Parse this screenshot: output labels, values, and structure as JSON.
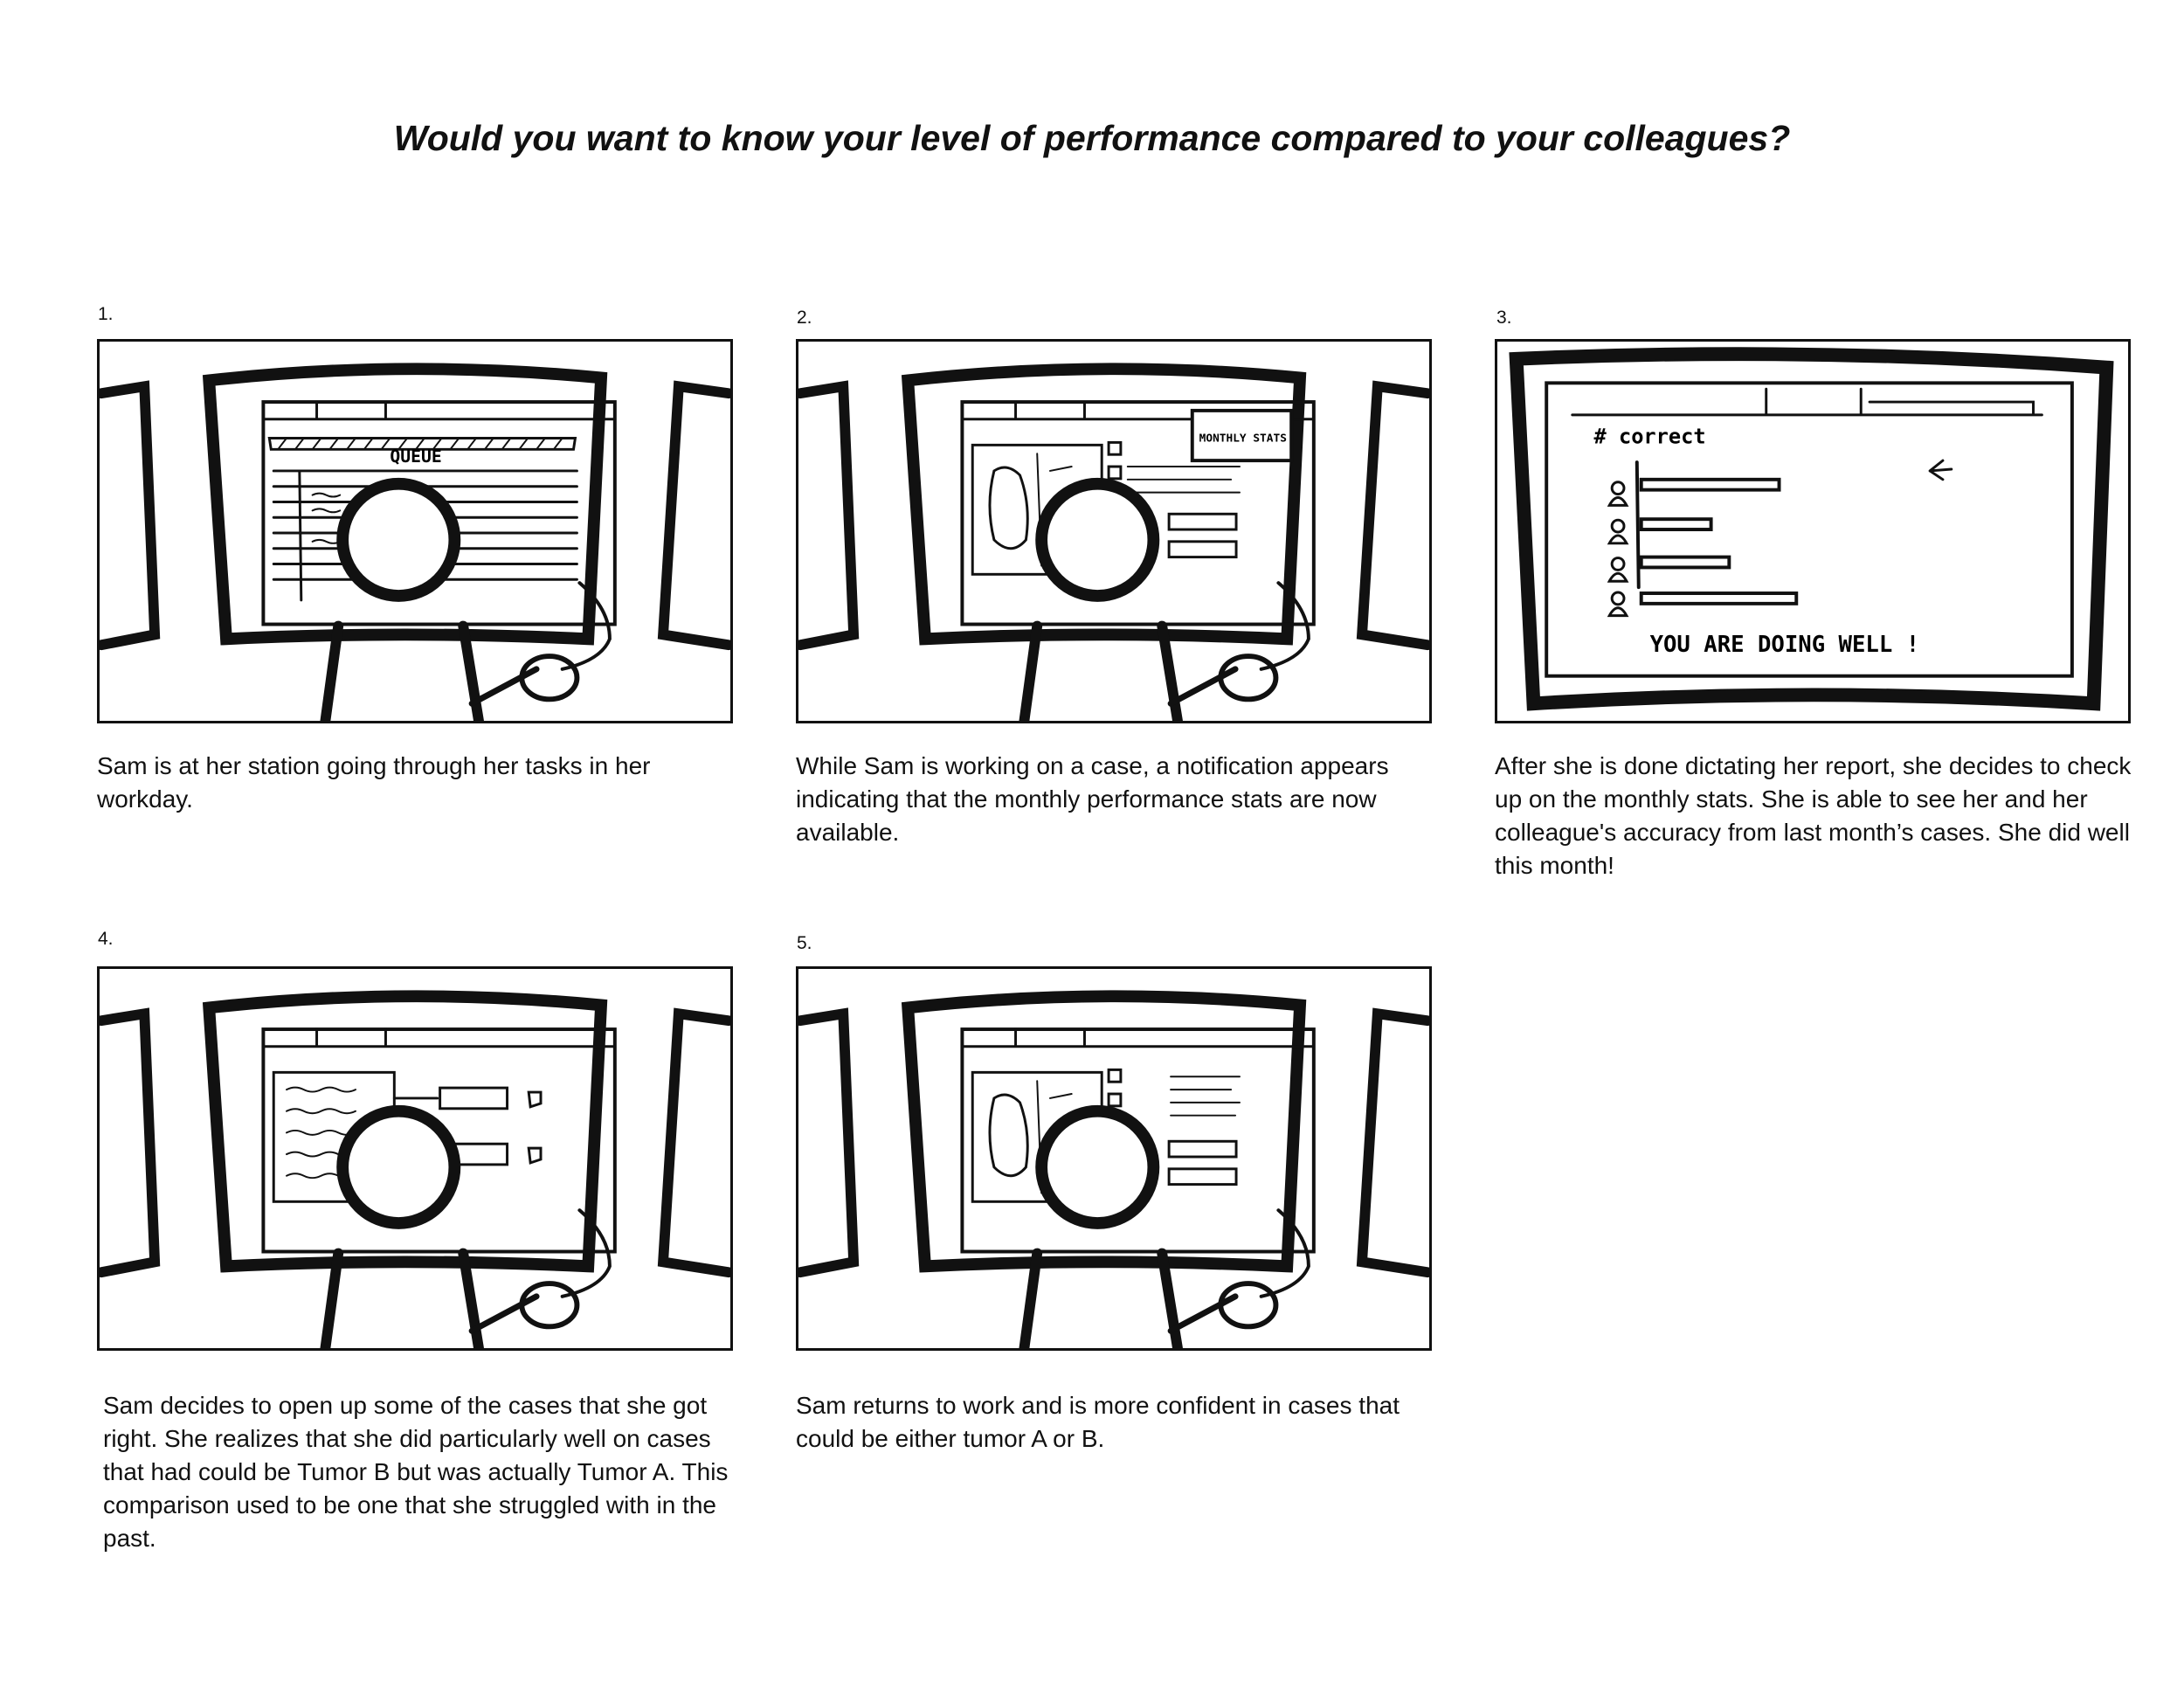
{
  "title": "Would you want to know your level of performance compared to your colleagues?",
  "panels": [
    {
      "number": "1.",
      "caption": "Sam is at her station going through her tasks in her workday.",
      "screen_label": "QUEUE"
    },
    {
      "number": "2.",
      "caption": "While Sam is working on a case, a notification appears indicating that the monthly performance stats are now available.",
      "notification": "MONTHLY STATS"
    },
    {
      "number": "3.",
      "caption": "After she is done dictating her report, she decides to check up on the monthly stats. She is able to see her and her colleague's accuracy from last month’s cases. She did well this month!",
      "chart_label": "# correct",
      "message": "YOU ARE DOING WELL !",
      "bars": [
        0.55,
        0.28,
        0.35,
        0.62
      ]
    },
    {
      "number": "4.",
      "caption": "Sam decides to open up some of the cases that she got right. She realizes that she did particularly well on cases that had could be Tumor B but was actually Tumor A. This comparison used to be one that she struggled with in the past."
    },
    {
      "number": "5.",
      "caption": "Sam returns to work and is more confident in cases that could be either tumor A or B."
    }
  ]
}
